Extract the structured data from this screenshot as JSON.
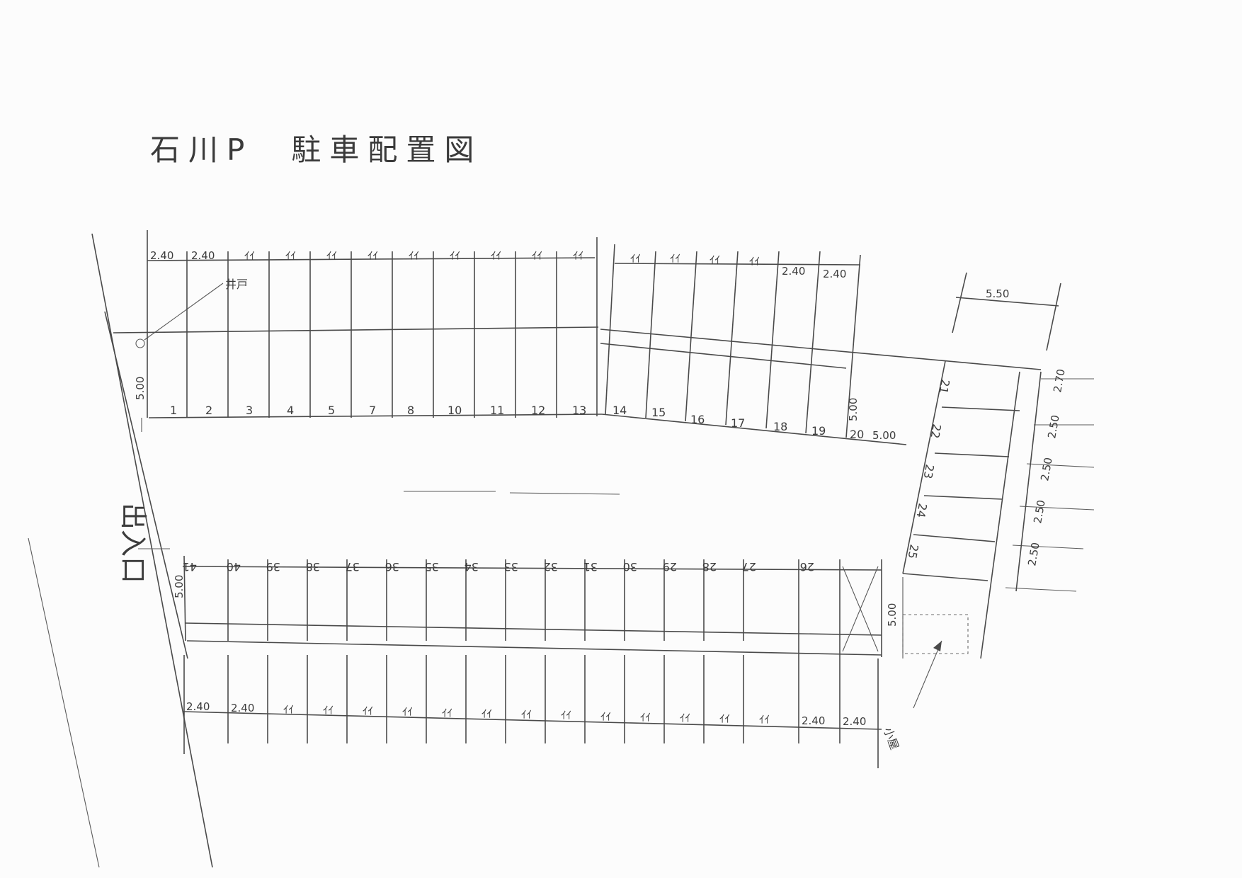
{
  "title": "石川P　駐車配置図",
  "top_row_widths": [
    "2.40",
    "2.40",
    "ｲｲ",
    "ｲｲ",
    "ｲｲ",
    "ｲｲ",
    "ｲｲ",
    "ｲｲ",
    "ｲｲ",
    "ｲｲ",
    "ｲｲ"
  ],
  "top_right_widths": [
    "ｲｲ",
    "ｲｲ",
    "ｲｲ",
    "ｲｲ",
    "2.40",
    "2.40"
  ],
  "upper_stall_numbers": [
    "1",
    "2",
    "3",
    "4",
    "5",
    "7",
    "8",
    "10",
    "11",
    "12",
    "13",
    "14",
    "15",
    "16",
    "17",
    "18",
    "19",
    "20"
  ],
  "lower_stall_numbers": [
    "41",
    "40",
    "39",
    "38",
    "37",
    "36",
    "35",
    "34",
    "33",
    "32",
    "31",
    "30",
    "29",
    "28",
    "27",
    "26"
  ],
  "right_stall_numbers": [
    "21",
    "22",
    "23",
    "24",
    "25"
  ],
  "bottom_row_widths": [
    "2.40",
    "2.40",
    "ｲｲ",
    "ｲｲ",
    "ｲｲ",
    "ｲｲ",
    "ｲｲ",
    "ｲｲ",
    "ｲｲ",
    "ｲｲ",
    "ｲｲ",
    "ｲｲ",
    "ｲｲ",
    "ｲｲ",
    "ｲｲ",
    "2.40",
    "2.40"
  ],
  "right_widths": [
    "2.70",
    "2.50",
    "2.50",
    "2.50",
    "2.50"
  ],
  "depth_label": "5.00",
  "corner_box_label": "5.50",
  "well_label": "井戸",
  "shed_label": "小屋",
  "entrance_label": "出入口"
}
